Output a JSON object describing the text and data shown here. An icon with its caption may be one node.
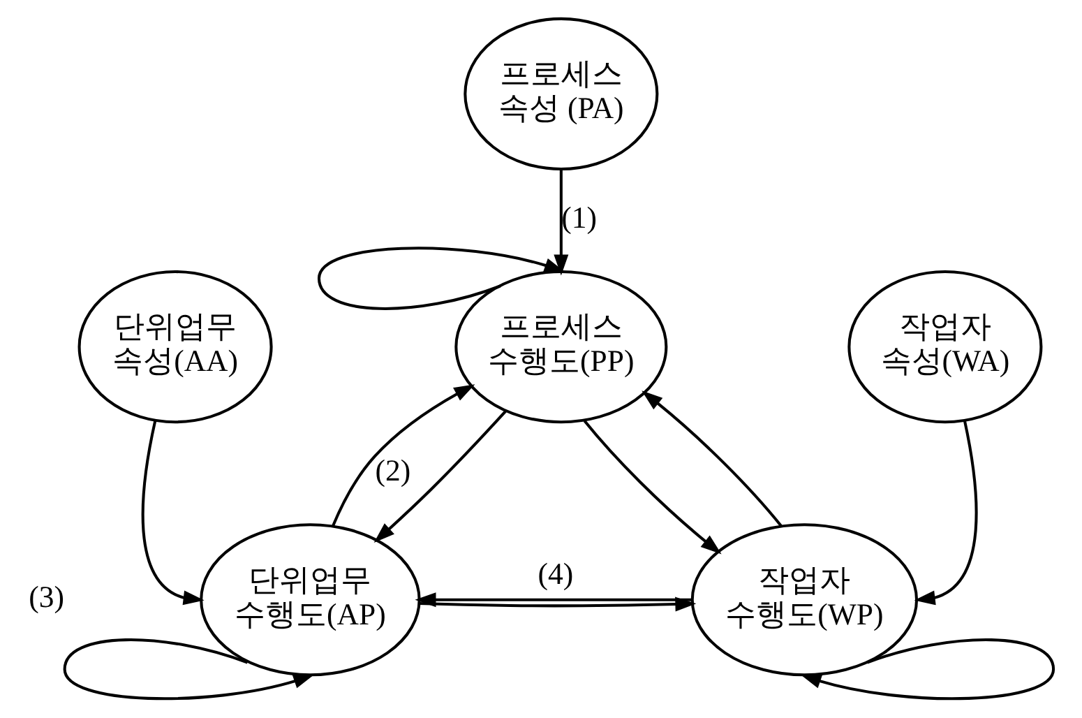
{
  "diagram": {
    "nodes": [
      {
        "text": [
          "프로세스 속성 (PA)"
        ]
      },
      {
        "text": [
          "프로세스 수행도(PP)"
        ]
      },
      {
        "text": [
          "단위업무 속성(AA)"
        ]
      },
      {
        "text": [
          "단위업무 수행도(AP)"
        ]
      },
      {
        "text": [
          "작업자 속성(WA)"
        ]
      },
      {
        "text": [
          "작업자 수행도(WP)"
        ]
      }
    ],
    "edges": [
      {
        "from": 0,
        "to": 1,
        "arrow": "to",
        "label": "(1)"
      },
      {
        "from": 1,
        "to": 1,
        "arrow": "to"
      },
      {
        "from": 3,
        "to": 1,
        "arrow": "to",
        "label": "(2)"
      },
      {
        "from": 5,
        "to": 1,
        "arrow": "to"
      },
      {
        "from": 1,
        "to": 3,
        "arrow": "to"
      },
      {
        "from": 1,
        "to": 5,
        "arrow": "to"
      },
      {
        "from": 3,
        "to": 5,
        "arrow": "to"
      },
      {
        "from": 2,
        "to": 3,
        "arrow": "to"
      },
      {
        "from": 4,
        "to": 5,
        "arrow": "to"
      },
      {
        "from": 3,
        "to": 3,
        "arrow": "to",
        "label": "(3)"
      },
      {
        "from": 5,
        "to": 5,
        "arrow": "to"
      },
      {
        "from": 5,
        "to": 3,
        "arrow": "to",
        "label": "(4)"
      }
    ]
  }
}
